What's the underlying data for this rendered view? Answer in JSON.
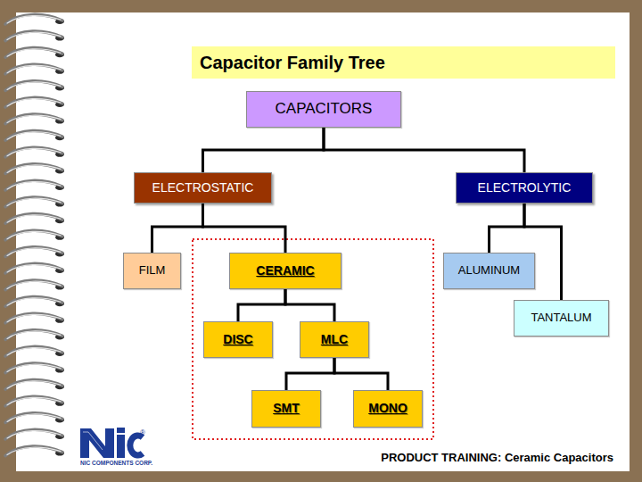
{
  "diagram": {
    "title": "Capacitor Family Tree",
    "nodes": [
      {
        "text": [
          "CAPACITORS"
        ]
      },
      {
        "text": [
          "ELECTROSTATIC"
        ]
      },
      {
        "text": [
          "ELECTROLYTIC"
        ]
      },
      {
        "text": [
          "FILM"
        ]
      },
      {
        "text": [
          "CERAMIC"
        ]
      },
      {
        "text": [
          "ALUMINUM"
        ]
      },
      {
        "text": [
          "TANTALUM"
        ]
      },
      {
        "text": [
          "DISC"
        ]
      },
      {
        "text": [
          "MLC"
        ]
      },
      {
        "text": [
          "SMT"
        ]
      },
      {
        "text": [
          "MONO"
        ]
      }
    ],
    "edges": [
      {
        "from": 0,
        "to": 1,
        "arrow": "none"
      },
      {
        "from": 0,
        "to": 2,
        "arrow": "none"
      },
      {
        "from": 1,
        "to": 3,
        "arrow": "none"
      },
      {
        "from": 1,
        "to": 4,
        "arrow": "none"
      },
      {
        "from": 2,
        "to": 5,
        "arrow": "none"
      },
      {
        "from": 2,
        "to": 6,
        "arrow": "none"
      },
      {
        "from": 4,
        "to": 7,
        "arrow": "none"
      },
      {
        "from": 4,
        "to": 8,
        "arrow": "none"
      },
      {
        "from": 8,
        "to": 9,
        "arrow": "none"
      },
      {
        "from": 8,
        "to": 10,
        "arrow": "none"
      }
    ],
    "labels": [
      "®",
      "NIC COMPONENTS CORP.",
      "PRODUCT TRAINING: Ceramic Capacitors"
    ]
  }
}
